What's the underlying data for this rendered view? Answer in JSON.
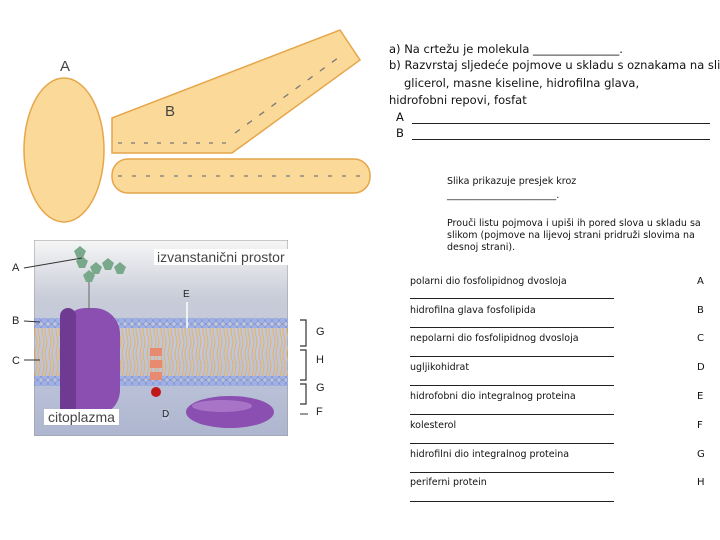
{
  "phospholipid_drawing": {
    "label_a": "A",
    "label_b": "B"
  },
  "questions": {
    "a": "a) Na crtežu je molekula _______________.",
    "b_line1": "b) Razvrstaj sljedeće pojmove u skladu s oznakama na slici",
    "b_line2": "glicerol, masne kiseline, hidrofilna glava,",
    "b_line3": "hidrofobni repovi, fosfat",
    "answer_a_label": "A",
    "answer_b_label": "B"
  },
  "membrane_section": {
    "caption_line1": "Slika prikazuje presjek kroz",
    "caption_line2": "_______________________.",
    "instruction": "Prouči listu pojmova i upiši ih pored slova u skladu sa slikom (pojmove na lijevoj strani pridruži slovima na desnoj strani).",
    "extracellular_label": "izvanstanični prostor",
    "cytoplasm_label": "citoplazma",
    "left_labels": [
      "A",
      "B",
      "C"
    ],
    "inner_labels": {
      "d": "D",
      "e": "E"
    },
    "right_labels": [
      "G",
      "H",
      "G",
      "F"
    ]
  },
  "terms": [
    {
      "text": "polarni dio fosfolipidnog dvosloja",
      "letter": "A"
    },
    {
      "text": "hidrofilna glava fosfolipida",
      "letter": "B"
    },
    {
      "text": "nepolarni dio fosfolipidnog dvosloja",
      "letter": "C"
    },
    {
      "text": "ugljikohidrat",
      "letter": "D"
    },
    {
      "text": "hidrofobni dio integralnog proteina",
      "letter": "E"
    },
    {
      "text": "kolesterol",
      "letter": "F"
    },
    {
      "text": "hidrofilni dio integralnog proteina",
      "letter": "G"
    },
    {
      "text": "periferni protein",
      "letter": "H"
    }
  ],
  "colors": {
    "phospholipid_fill": "#fbd998",
    "phospholipid_stroke": "#e6a64a",
    "membrane_head": "#aab6e8",
    "protein": "#8a4fb0",
    "carbohydrate": "#7aa88a"
  }
}
